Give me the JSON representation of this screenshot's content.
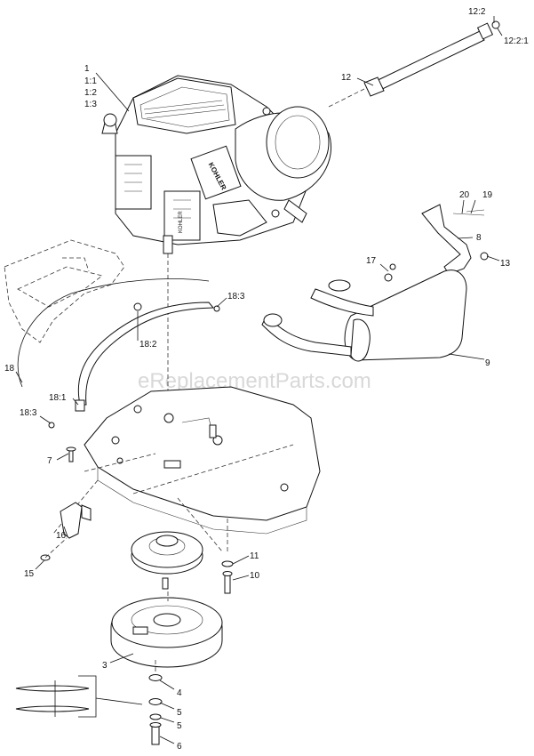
{
  "watermark": "eReplacementParts.com",
  "callouts": {
    "c1": "1",
    "c1_1": "1:1",
    "c1_2": "1:2",
    "c1_3": "1:3",
    "c12_2": "12:2",
    "c12_2_1": "12:2:1",
    "c12": "12",
    "c20": "20",
    "c19": "19",
    "c8": "8",
    "c13": "13",
    "c17": "17",
    "c18_3a": "18:3",
    "c18_2": "18:2",
    "c18": "18",
    "c18_1": "18:1",
    "c18_3b": "18:3",
    "c9": "9",
    "c7": "7",
    "c16": "16",
    "c15": "15",
    "c11": "11",
    "c10": "10",
    "c3": "3",
    "c4": "4",
    "c5a": "5",
    "c5b": "5",
    "c6": "6"
  },
  "engine_brand_text": "KOHLER",
  "engine_side_text": "KOHLER"
}
